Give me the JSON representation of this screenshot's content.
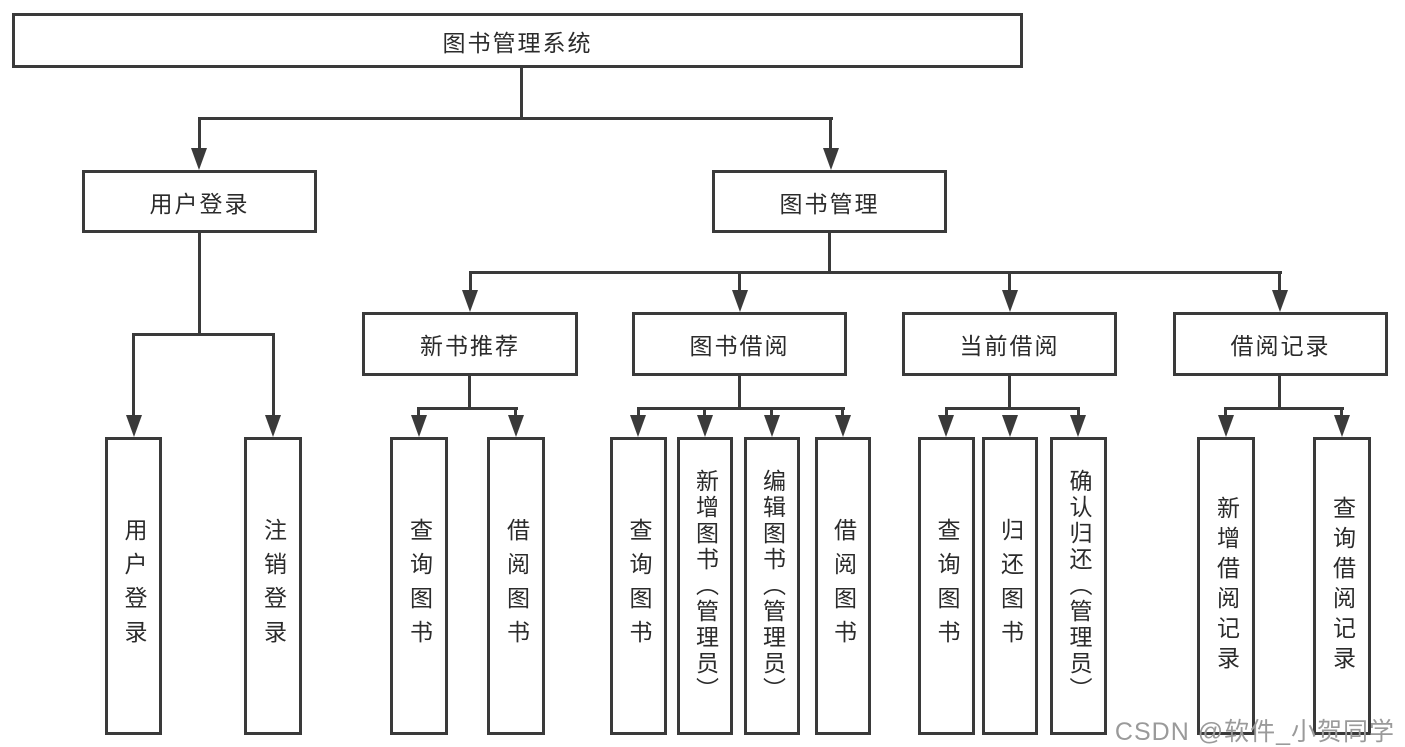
{
  "title": "图书管理系统",
  "colors": {
    "line": "#3a3a3a",
    "text": "#2b2b2b",
    "watermark": "#9a9a9a",
    "background": "#ffffff"
  },
  "nodes": {
    "root": {
      "label": "图书管理系统"
    },
    "level2": [
      {
        "label": "用户登录"
      },
      {
        "label": "图书管理"
      }
    ],
    "level3": [
      {
        "label": "新书推荐",
        "parent": "图书管理"
      },
      {
        "label": "图书借阅",
        "parent": "图书管理"
      },
      {
        "label": "当前借阅",
        "parent": "图书管理"
      },
      {
        "label": "借阅记录",
        "parent": "图书管理"
      }
    ],
    "leaves": [
      {
        "label": "用户登录",
        "parent": "用户登录"
      },
      {
        "label": "注销登录",
        "parent": "用户登录"
      },
      {
        "label": "查询图书",
        "parent": "新书推荐"
      },
      {
        "label": "借阅图书",
        "parent": "新书推荐"
      },
      {
        "label": "查询图书",
        "parent": "图书借阅"
      },
      {
        "label": "新增图书（管理员）",
        "parent": "图书借阅"
      },
      {
        "label": "编辑图书（管理员）",
        "parent": "图书借阅"
      },
      {
        "label": "借阅图书",
        "parent": "图书借阅"
      },
      {
        "label": "查询图书",
        "parent": "当前借阅"
      },
      {
        "label": "归还图书",
        "parent": "当前借阅"
      },
      {
        "label": "确认归还（管理员）",
        "parent": "当前借阅"
      },
      {
        "label": "新增借阅记录",
        "parent": "借阅记录"
      },
      {
        "label": "查询借阅记录",
        "parent": "借阅记录"
      }
    ]
  },
  "watermark": "CSDN @软件_小贺同学"
}
